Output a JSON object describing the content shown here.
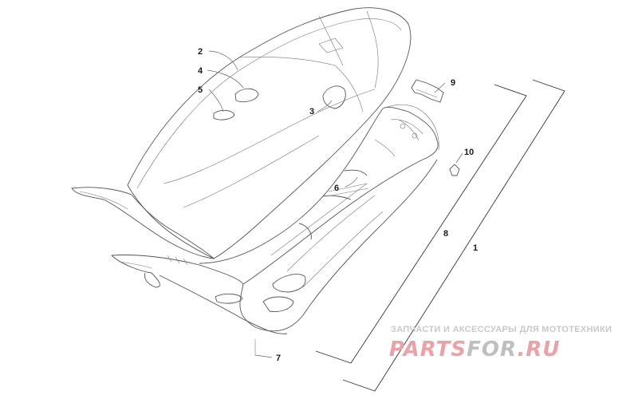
{
  "callouts": [
    {
      "id": "c1",
      "label": "1"
    },
    {
      "id": "c2",
      "label": "2"
    },
    {
      "id": "c3",
      "label": "3"
    },
    {
      "id": "c4",
      "label": "4"
    },
    {
      "id": "c5",
      "label": "5"
    },
    {
      "id": "c6",
      "label": "6"
    },
    {
      "id": "c7",
      "label": "7"
    },
    {
      "id": "c8",
      "label": "8"
    },
    {
      "id": "c9",
      "label": "9"
    },
    {
      "id": "c10",
      "label": "10"
    }
  ],
  "watermark": {
    "tagline": "ЗАПЧАСТИ И АКСЕССУАРЫ ДЛЯ МОТОТЕХНИКИ",
    "logo_part1": "PARTS",
    "logo_part2": "FOR",
    "logo_part3": ".RU",
    "colors": {
      "red": "#e8a3a8",
      "grey": "#bfbfbf"
    }
  }
}
